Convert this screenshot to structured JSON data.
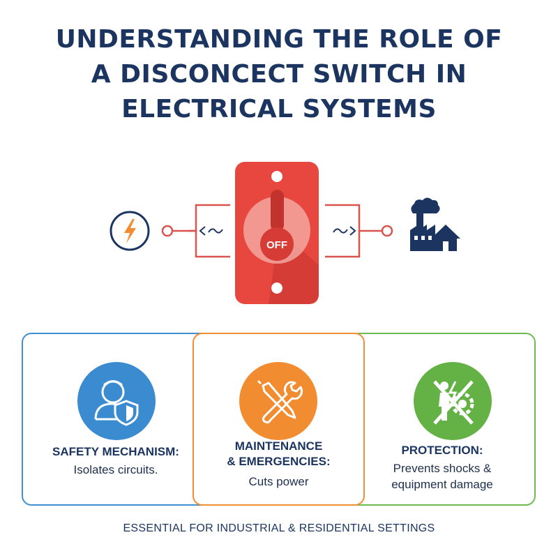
{
  "title_lines": [
    "UNDERSTANDING THE ROLE OF",
    "A DISCONCECT SWITCH IN",
    "ELECTRICAL SYSTEMS"
  ],
  "switch": {
    "label": "OFF",
    "state": "off"
  },
  "cards": [
    {
      "heading": "SAFETY MECHANISM:",
      "description": "Isolates circuits.",
      "icon": "user-shield-icon",
      "color": "#3b8bd1"
    },
    {
      "heading_lines": [
        "MAINTENANCE",
        "& EMERGENCIES:"
      ],
      "description": "Cuts power",
      "icon": "wrench-screwdriver-icon",
      "color": "#f28c30"
    },
    {
      "heading": "PROTECTION:",
      "description_lines": [
        "Prevents shocks &",
        "equipment damage"
      ],
      "icon": "no-shock-gear-icon",
      "color": "#64b145"
    }
  ],
  "footer": "ESSENTIAL FOR INDUSTRIAL & RESIDENTIAL SETTINGS",
  "colors": {
    "navy": "#1b3560",
    "switch_red": "#e8473f",
    "switch_dark": "#c2332e",
    "bolt_orange": "#f28c30"
  }
}
